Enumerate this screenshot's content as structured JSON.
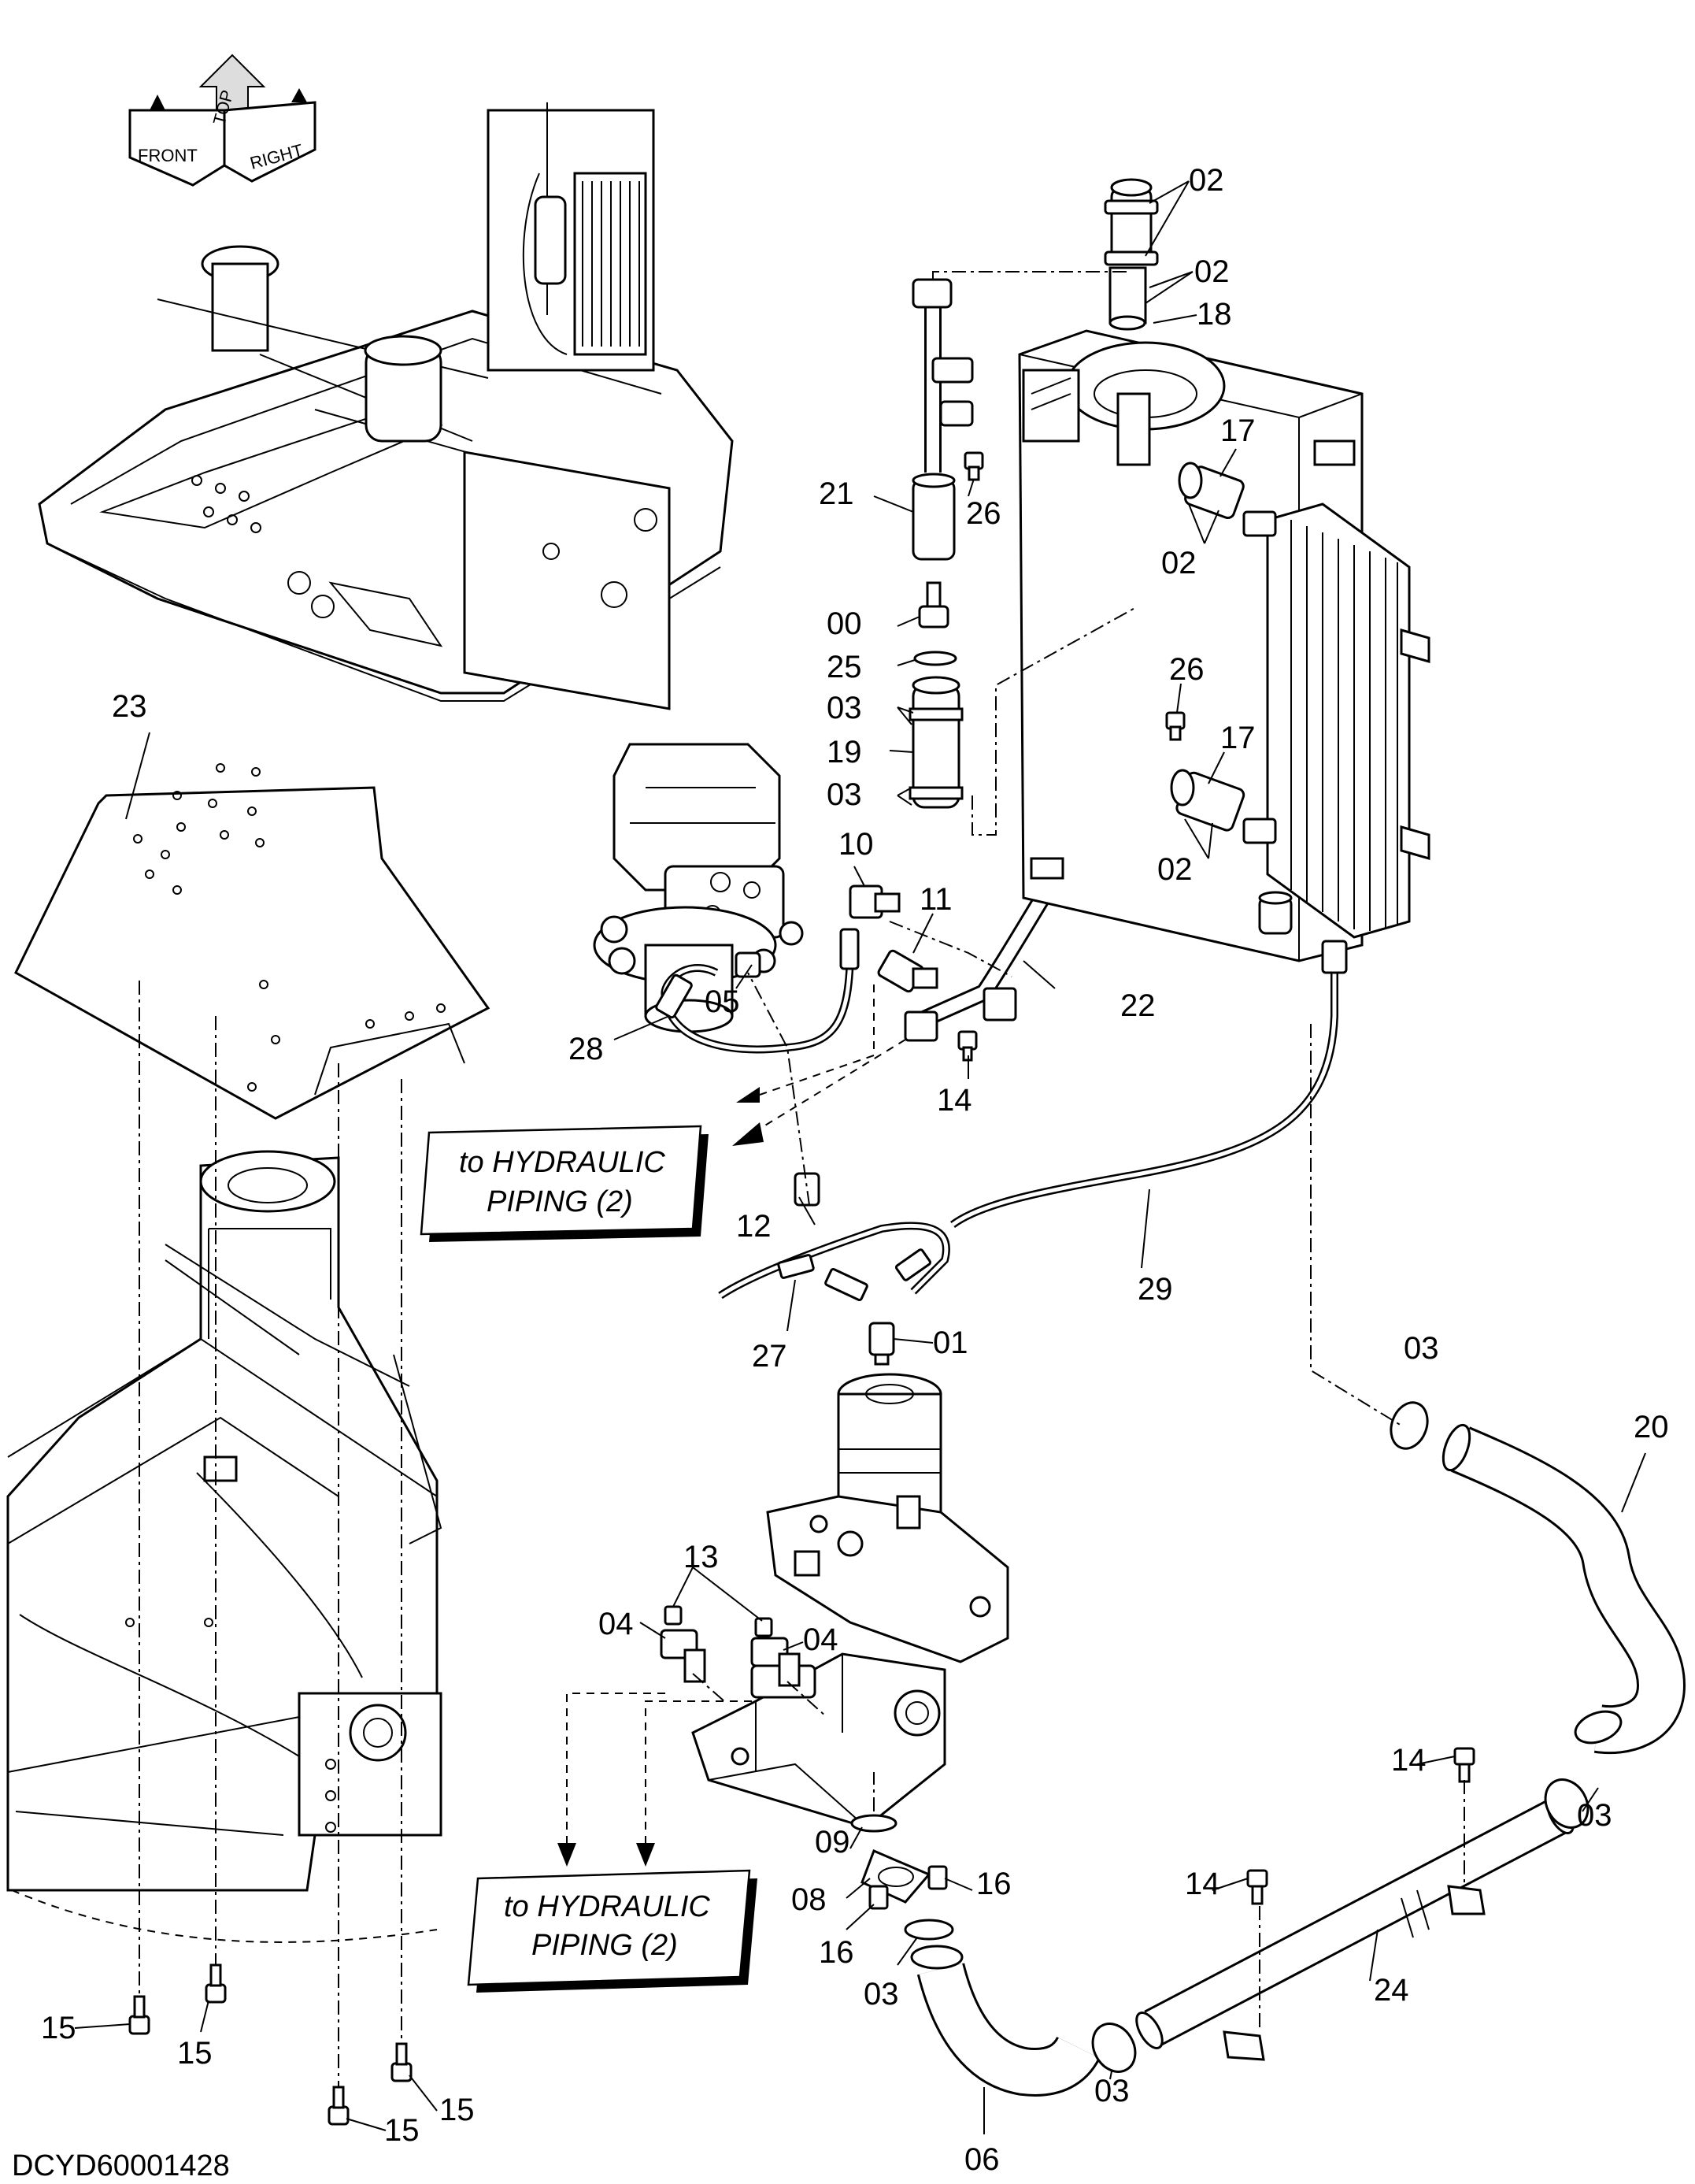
{
  "orientation": {
    "top": "TOP",
    "front": "FRONT",
    "right": "RIGHT"
  },
  "callouts": {
    "c00": "00",
    "c01": "01",
    "c02a": "02",
    "c02b": "02",
    "c02c": "02",
    "c02d": "02",
    "c03a": "03",
    "c03b": "03",
    "c03c": "03",
    "c03d": "03",
    "c03e": "03",
    "c03f": "03",
    "c04a": "04",
    "c04b": "04",
    "c05": "05",
    "c06": "06",
    "c08": "08",
    "c09": "09",
    "c10": "10",
    "c11": "11",
    "c12": "12",
    "c13": "13",
    "c14a": "14",
    "c14b": "14",
    "c14c": "14",
    "c15a": "15",
    "c15b": "15",
    "c15c": "15",
    "c15d": "15",
    "c16a": "16",
    "c16b": "16",
    "c17a": "17",
    "c17b": "17",
    "c18": "18",
    "c19": "19",
    "c20": "20",
    "c21": "21",
    "c22": "22",
    "c23": "23",
    "c24": "24",
    "c25": "25",
    "c26a": "26",
    "c26b": "26",
    "c27": "27",
    "c28": "28",
    "c29": "29"
  },
  "notes": {
    "hydraulic_top_line1": "to HYDRAULIC",
    "hydraulic_top_line2": "PIPING (2)",
    "hydraulic_bottom_line1": "to HYDRAULIC",
    "hydraulic_bottom_line2": "PIPING (2)"
  },
  "drawing_code": "DCYD60001428"
}
